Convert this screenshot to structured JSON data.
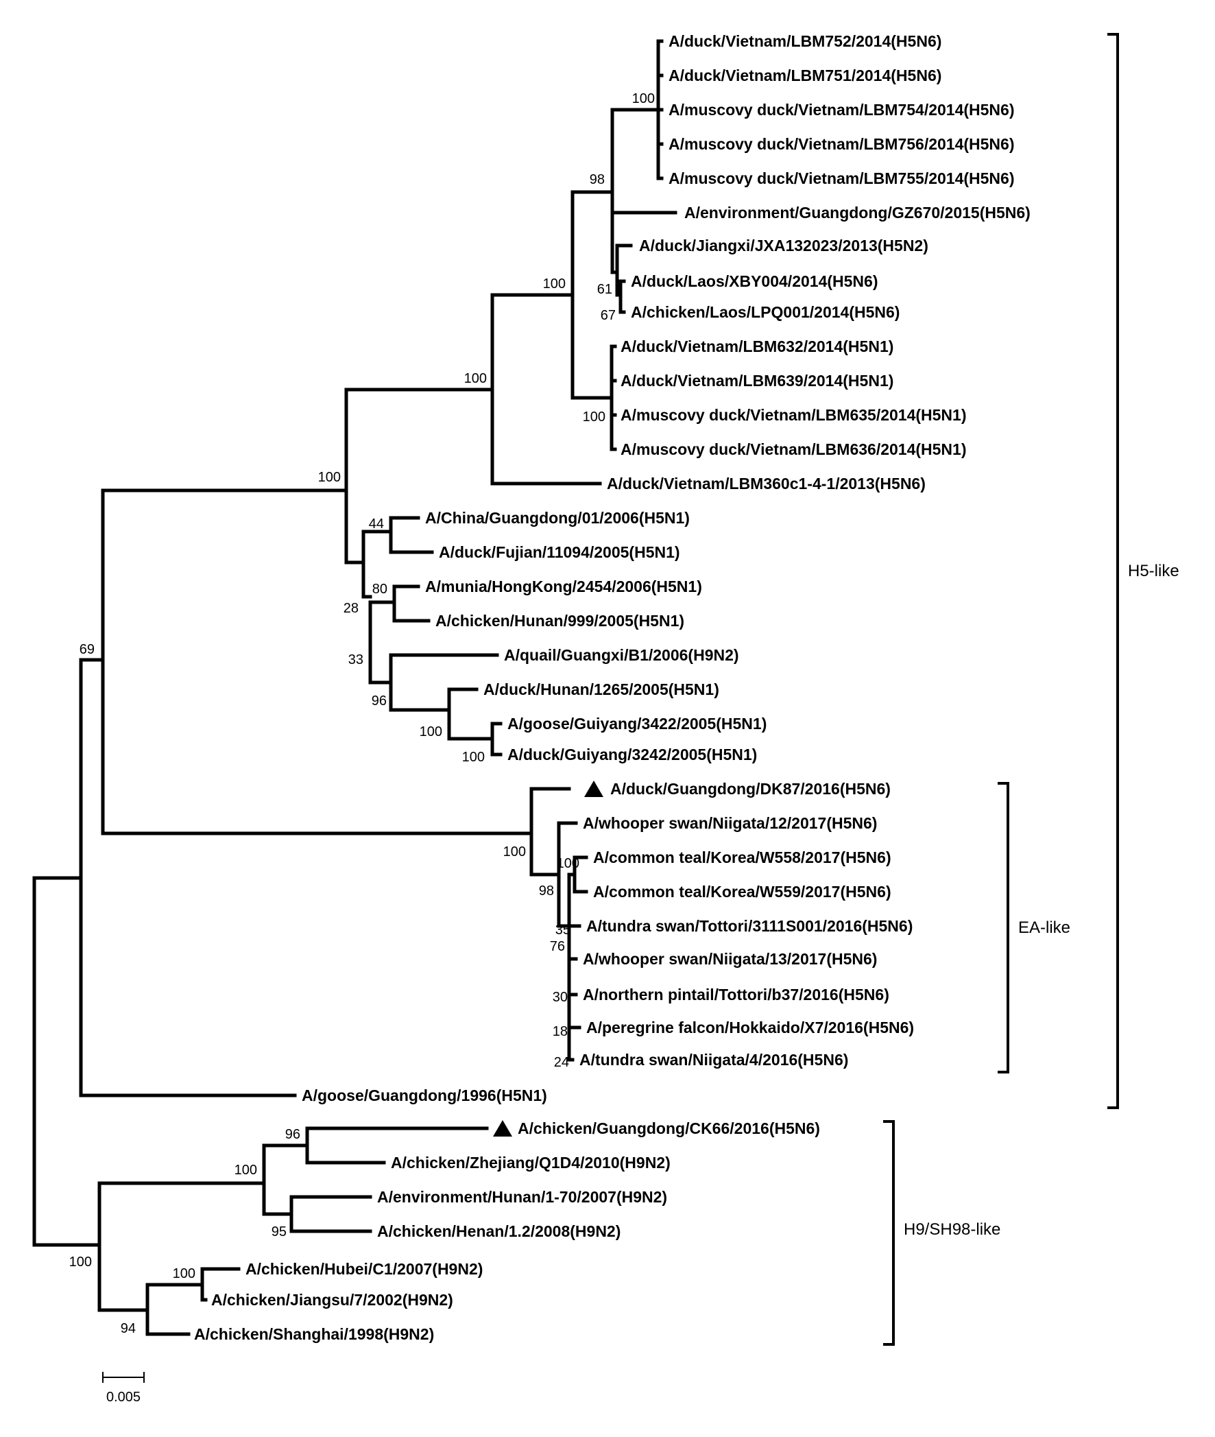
{
  "taxa": [
    {
      "label": "A/duck/Vietnam/LBM752/2014(H5N6)",
      "marker": false
    },
    {
      "label": "A/duck/Vietnam/LBM751/2014(H5N6)",
      "marker": false
    },
    {
      "label": "A/muscovy duck/Vietnam/LBM754/2014(H5N6)",
      "marker": false
    },
    {
      "label": "A/muscovy duck/Vietnam/LBM756/2014(H5N6)",
      "marker": false
    },
    {
      "label": "A/muscovy duck/Vietnam/LBM755/2014(H5N6)",
      "marker": false
    },
    {
      "label": "A/environment/Guangdong/GZ670/2015(H5N6)",
      "marker": false
    },
    {
      "label": "A/duck/Jiangxi/JXA132023/2013(H5N2)",
      "marker": false
    },
    {
      "label": "A/duck/Laos/XBY004/2014(H5N6)",
      "marker": false
    },
    {
      "label": "A/chicken/Laos/LPQ001/2014(H5N6)",
      "marker": false
    },
    {
      "label": "A/duck/Vietnam/LBM632/2014(H5N1)",
      "marker": false
    },
    {
      "label": "A/duck/Vietnam/LBM639/2014(H5N1)",
      "marker": false
    },
    {
      "label": "A/muscovy duck/Vietnam/LBM635/2014(H5N1)",
      "marker": false
    },
    {
      "label": "A/muscovy duck/Vietnam/LBM636/2014(H5N1)",
      "marker": false
    },
    {
      "label": "A/duck/Vietnam/LBM360c1-4-1/2013(H5N6)",
      "marker": false
    },
    {
      "label": "A/China/Guangdong/01/2006(H5N1)",
      "marker": false
    },
    {
      "label": "A/duck/Fujian/11094/2005(H5N1)",
      "marker": false
    },
    {
      "label": "A/munia/HongKong/2454/2006(H5N1)",
      "marker": false
    },
    {
      "label": "A/chicken/Hunan/999/2005(H5N1)",
      "marker": false
    },
    {
      "label": "A/quail/Guangxi/B1/2006(H9N2)",
      "marker": false
    },
    {
      "label": "A/duck/Hunan/1265/2005(H5N1)",
      "marker": false
    },
    {
      "label": "A/goose/Guiyang/3422/2005(H5N1)",
      "marker": false
    },
    {
      "label": "A/duck/Guiyang/3242/2005(H5N1)",
      "marker": false
    },
    {
      "label": "A/duck/Guangdong/DK87/2016(H5N6)",
      "marker": true
    },
    {
      "label": "A/whooper swan/Niigata/12/2017(H5N6)",
      "marker": false
    },
    {
      "label": "A/common teal/Korea/W558/2017(H5N6)",
      "marker": false
    },
    {
      "label": "A/common teal/Korea/W559/2017(H5N6)",
      "marker": false
    },
    {
      "label": "A/tundra swan/Tottori/3111S001/2016(H5N6)",
      "marker": false
    },
    {
      "label": "A/whooper swan/Niigata/13/2017(H5N6)",
      "marker": false
    },
    {
      "label": "A/northern pintail/Tottori/b37/2016(H5N6)",
      "marker": false
    },
    {
      "label": "A/peregrine falcon/Hokkaido/X7/2016(H5N6)",
      "marker": false
    },
    {
      "label": "A/tundra swan/Niigata/4/2016(H5N6)",
      "marker": false
    },
    {
      "label": "A/goose/Guangdong/1996(H5N1)",
      "marker": false
    },
    {
      "label": "A/chicken/Guangdong/CK66/2016(H5N6)",
      "marker": true
    },
    {
      "label": "A/chicken/Zhejiang/Q1D4/2010(H9N2)",
      "marker": false
    },
    {
      "label": "A/environment/Hunan/1-70/2007(H9N2)",
      "marker": false
    },
    {
      "label": "A/chicken/Henan/1.2/2008(H9N2)",
      "marker": false
    },
    {
      "label": "A/chicken/Hubei/C1/2007(H9N2)",
      "marker": false
    },
    {
      "label": "A/chicken/Jiangsu/7/2002(H9N2)",
      "marker": false
    },
    {
      "label": "A/chicken/Shanghai/1998(H9N2)",
      "marker": false
    }
  ],
  "bootstrap": [
    "100",
    "98",
    "61",
    "67",
    "100",
    "100",
    "100",
    "100",
    "44",
    "80",
    "28",
    "33",
    "96",
    "100",
    "100",
    "100",
    "98",
    "100",
    "35",
    "76",
    "30",
    "18",
    "24",
    "69",
    "96",
    "100",
    "95",
    "100",
    "100",
    "94"
  ],
  "clades": [
    {
      "label": "H5-like"
    },
    {
      "label": "EA-like"
    },
    {
      "label": "H9/SH98-like"
    }
  ],
  "scale": {
    "label": "0.005"
  }
}
